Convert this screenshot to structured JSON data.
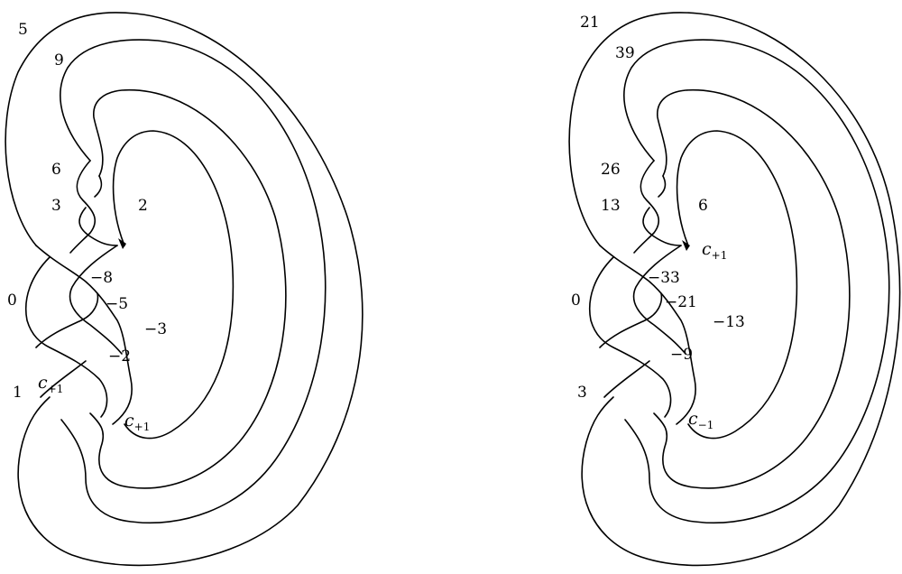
{
  "left_diagram": {
    "labels": {
      "outer": "5",
      "second": "9",
      "twist_upper": "6",
      "twist_lower": "3",
      "arrow": "2",
      "inner_a": "−8",
      "inner_b": "−5",
      "inner_c": "−3",
      "inner_d": "−2",
      "left_mid": "0",
      "left_low": "1"
    },
    "crossing_labels": [
      {
        "base": "c",
        "sub": "+1"
      },
      {
        "base": "c",
        "sub": "+1"
      }
    ]
  },
  "right_diagram": {
    "labels": {
      "outer": "21",
      "second": "39",
      "twist_upper": "26",
      "twist_lower": "13",
      "arrow": "6",
      "inner_a": "−33",
      "inner_b": "−21",
      "inner_c": "−13",
      "inner_d": "−9",
      "left_mid": "0",
      "left_low": "3"
    },
    "crossing_labels": [
      {
        "base": "c",
        "sub": "+1"
      },
      {
        "base": "c",
        "sub": "−1"
      }
    ]
  },
  "colors": {
    "stroke": "#000000",
    "background": "#ffffff"
  }
}
